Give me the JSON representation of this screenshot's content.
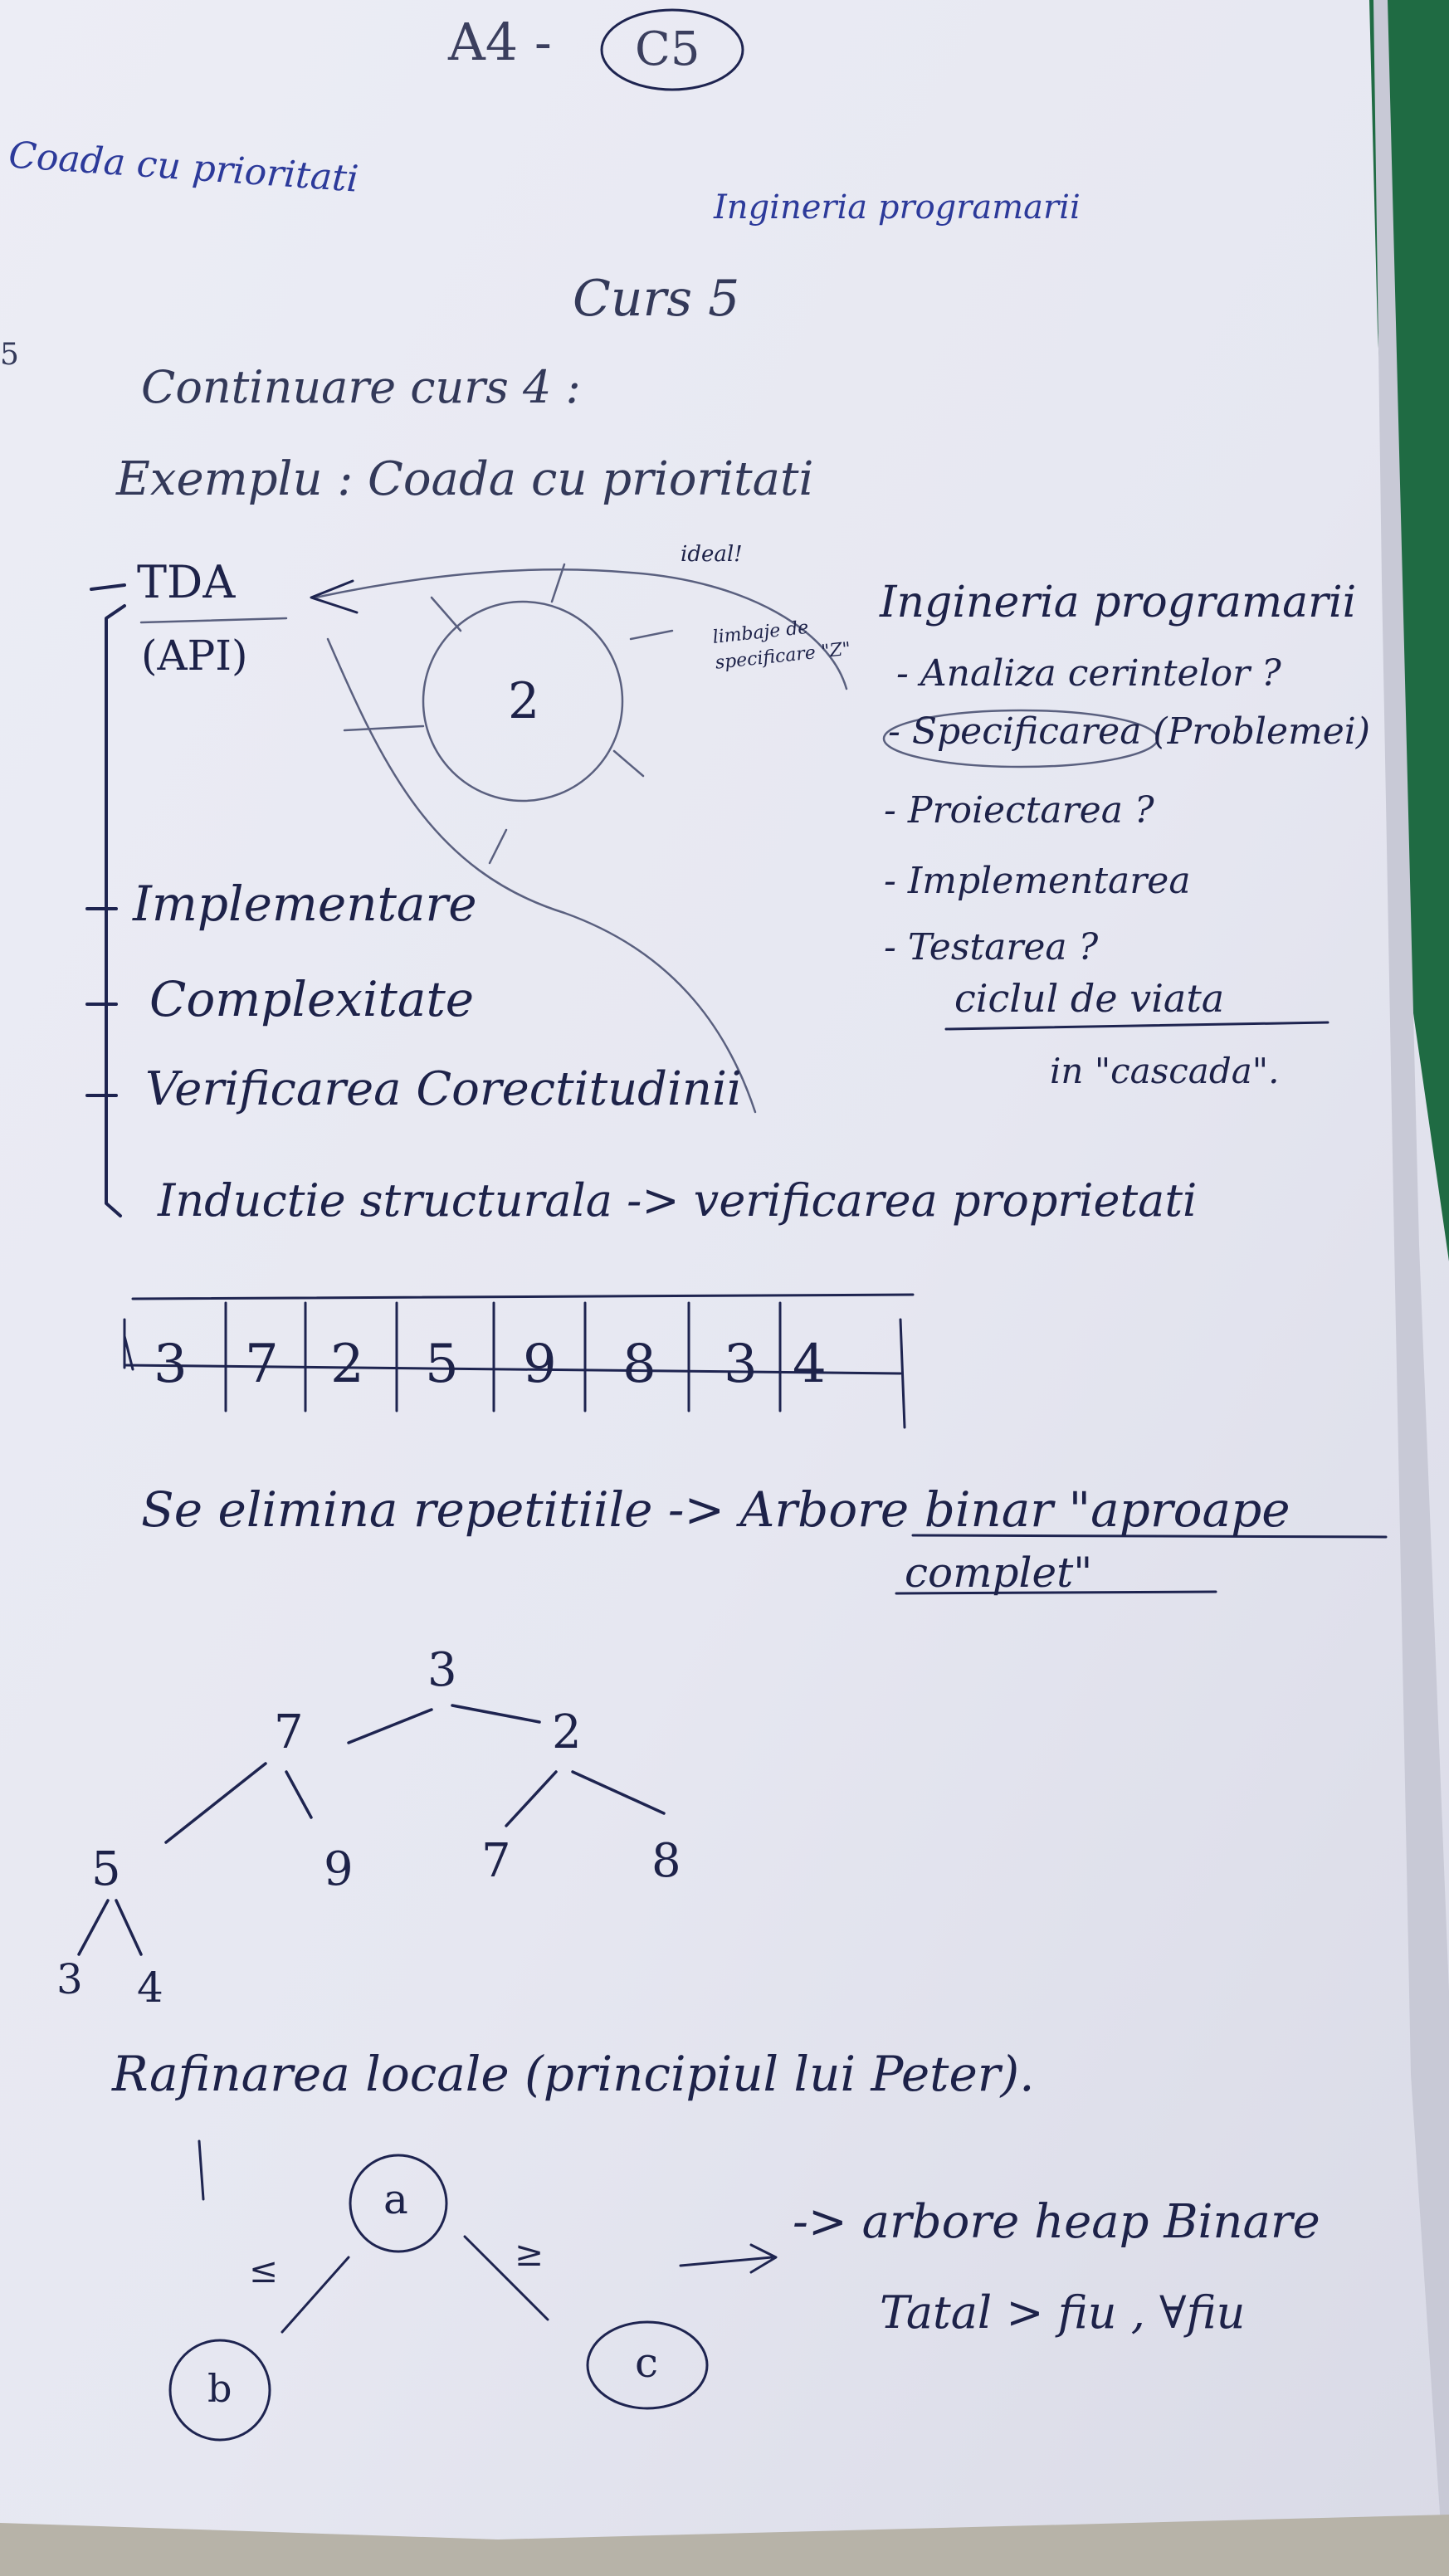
{
  "header": {
    "code": "A4 -",
    "circled": "C5",
    "left_blue": "Coada cu prioritati",
    "right_blue": "Ingineria programarii",
    "course": "Curs 5",
    "page_mark": "5"
  },
  "intro": {
    "line1": "Continuare curs 4 :",
    "line2": "Exemplu : Coada cu prioritati"
  },
  "left_list": {
    "tda": "TDA",
    "api": "(API)",
    "items": [
      "Implementare",
      "Complexitate",
      "Verificarea Corectitudinii",
      "Inductie structurala -> verificarea proprietati"
    ]
  },
  "center": {
    "circle_label": "2",
    "ideal": "ideal!",
    "formal": "limbaje de specificare \"Z\""
  },
  "right_list": {
    "title": "Ingineria programarii",
    "items": [
      "- Analiza cerintelor ?",
      "- Specificarea (Problemei)",
      "- Proiectarea ?",
      "- Implementarea",
      "- Testarea ?"
    ],
    "cycle": "ciclul de viata",
    "cascade": "in \"cascada\"."
  },
  "array_values": [
    "3",
    "7",
    "2",
    "5",
    "9",
    "8",
    "3",
    "4"
  ],
  "sentence": {
    "line1": "Se elimina repetitiile -> Arbore binar \"aproape",
    "line2": "complet\""
  },
  "tree_nodes": [
    "3",
    "7",
    "2",
    "5",
    "9",
    "7",
    "8",
    "3",
    "4"
  ],
  "bottom": {
    "title": "Rafinarea locale (principiul lui Peter).",
    "node_a": "a",
    "node_b": "b",
    "node_c": "c",
    "le": "≤",
    "ge": "≥",
    "heap1": "-> arbore heap Binare",
    "heap2": "Tatal > fiu , ∀fiu"
  }
}
